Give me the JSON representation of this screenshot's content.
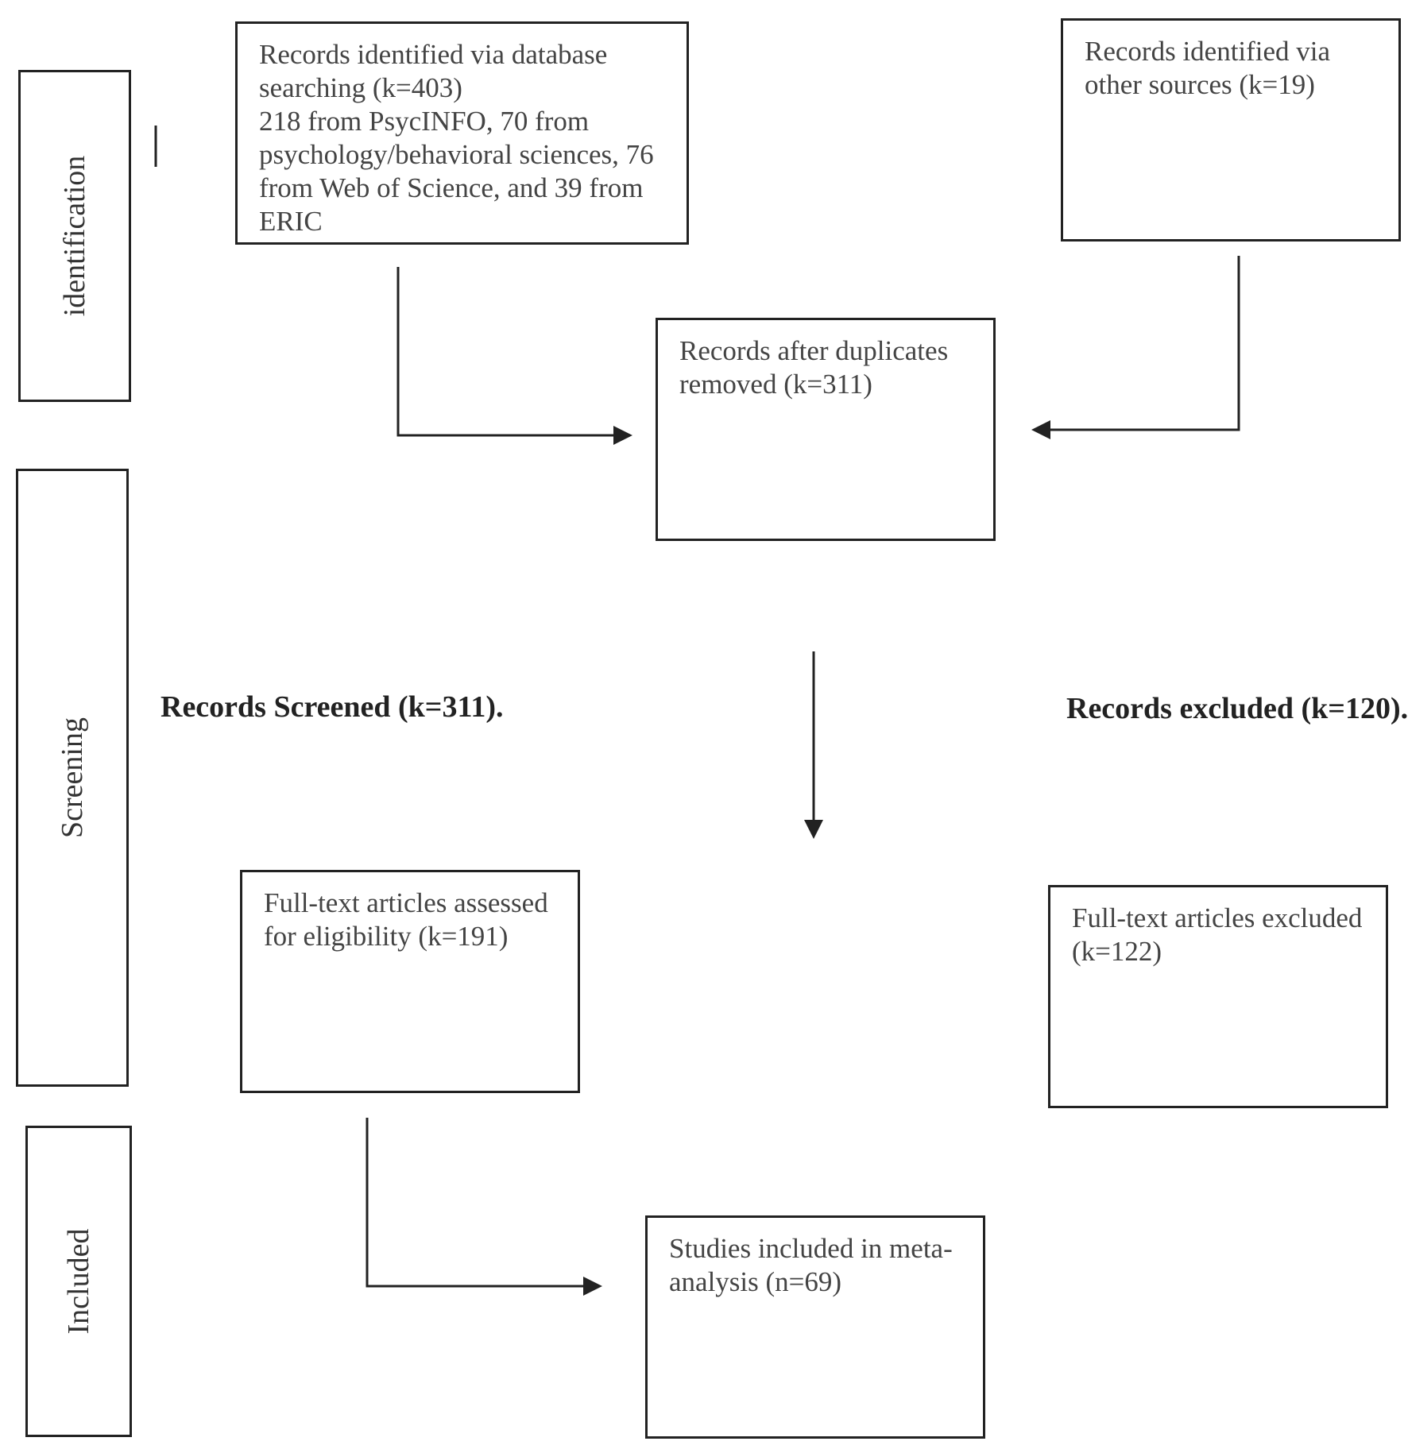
{
  "stages": {
    "identification": "identification",
    "screening": "Screening",
    "included": "Included"
  },
  "boxes": {
    "database_search": "Records identified via database searching (k=403)\n218 from PsycINFO, 70 from psychology/behavioral sciences, 76 from Web of Science, and 39 from ERIC",
    "other_sources": "Records identified via other sources (k=19)",
    "duplicates_removed": "Records after duplicates removed (k=311)",
    "full_text_assessed": "Full-text articles assessed for eligibility (k=191)",
    "full_text_excluded": "Full-text articles excluded (k=122)",
    "studies_included": "Studies included in meta-analysis (n=69)"
  },
  "labels": {
    "records_screened": "Records Screened (k=311).",
    "records_excluded": "Records excluded (k=120)."
  },
  "colors": {
    "line": "#222222",
    "text": "#444444"
  }
}
